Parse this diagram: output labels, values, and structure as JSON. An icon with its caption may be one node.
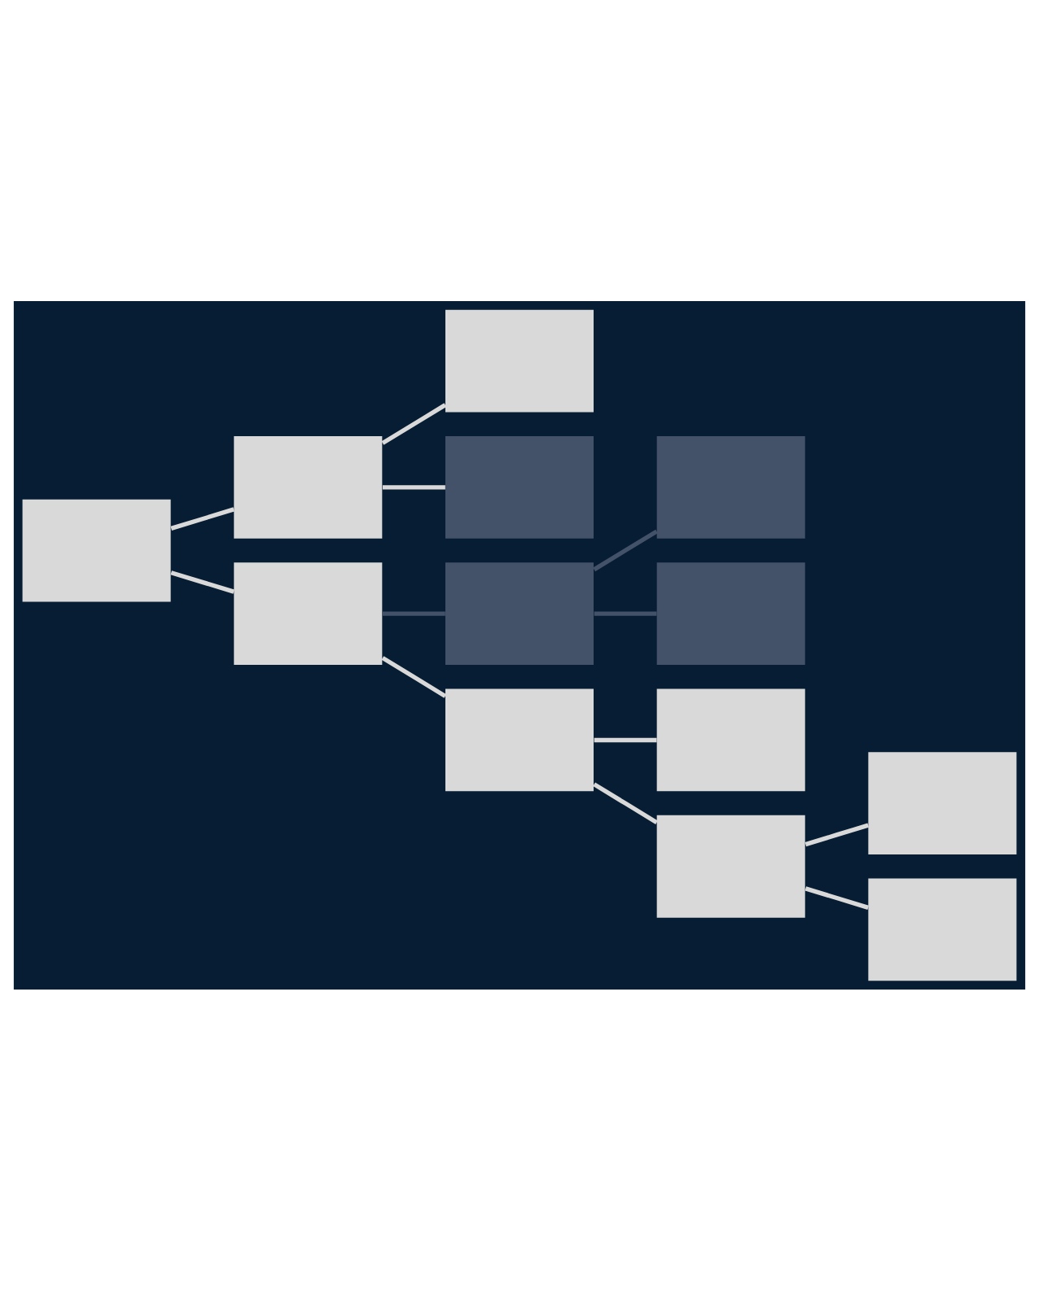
{
  "diagram": {
    "nodes": [
      {
        "text": [],
        "shape": "box"
      },
      {
        "text": [],
        "shape": "box"
      },
      {
        "text": [],
        "shape": "box"
      },
      {
        "text": [],
        "shape": "box"
      },
      {
        "text": [],
        "shape": "box"
      },
      {
        "text": [],
        "shape": "box"
      },
      {
        "text": [],
        "shape": "box"
      },
      {
        "text": [],
        "shape": "box"
      },
      {
        "text": [],
        "shape": "box"
      },
      {
        "text": [],
        "shape": "box"
      },
      {
        "text": [],
        "shape": "box"
      },
      {
        "text": [],
        "shape": "box"
      },
      {
        "text": [],
        "shape": "box"
      }
    ],
    "edges": [
      {
        "from": 0,
        "to": 1,
        "arrow": "none"
      },
      {
        "from": 0,
        "to": 2,
        "arrow": "none"
      },
      {
        "from": 1,
        "to": 3,
        "arrow": "none"
      },
      {
        "from": 1,
        "to": 4,
        "arrow": "none"
      },
      {
        "from": 2,
        "to": 5,
        "arrow": "none",
        "color": "#435269"
      },
      {
        "from": 5,
        "to": 6,
        "arrow": "none",
        "color": "#435269"
      },
      {
        "from": 5,
        "to": 7,
        "arrow": "none",
        "color": "#435269"
      },
      {
        "from": 2,
        "to": 8,
        "arrow": "none"
      },
      {
        "from": 8,
        "to": 9,
        "arrow": "none"
      },
      {
        "from": 8,
        "to": 10,
        "arrow": "none"
      },
      {
        "from": 10,
        "to": 11,
        "arrow": "none"
      },
      {
        "from": 10,
        "to": 12,
        "arrow": "none"
      }
    ]
  }
}
